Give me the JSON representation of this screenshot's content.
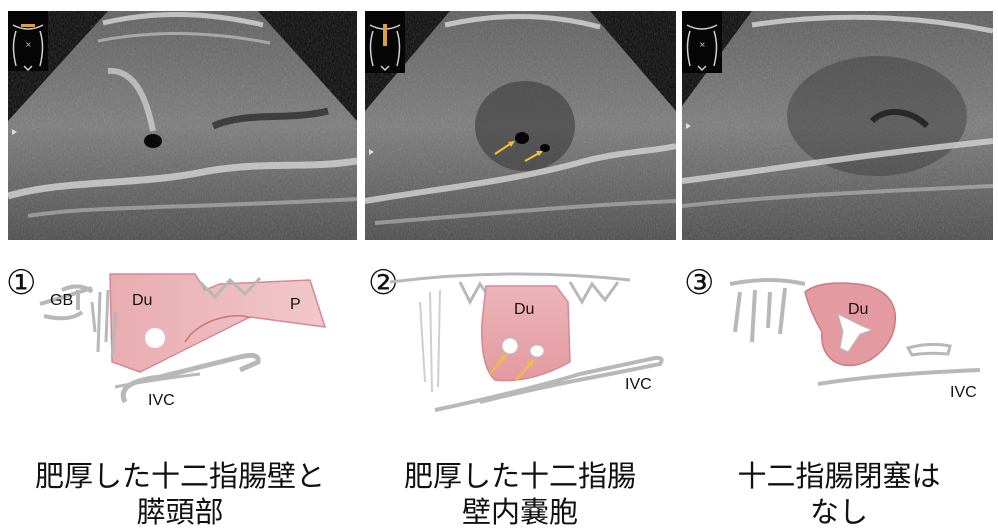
{
  "panels": [
    {
      "number": "①",
      "labels": {
        "gb": "GB",
        "du": "Du",
        "p": "P",
        "ivc": "IVC"
      },
      "caption": [
        "肥厚した十二指腸壁と",
        "膵頭部"
      ]
    },
    {
      "number": "②",
      "labels": {
        "du": "Du",
        "ivc": "IVC"
      },
      "caption": [
        "肥厚した十二指腸",
        "壁内嚢胞"
      ]
    },
    {
      "number": "③",
      "labels": {
        "du": "Du",
        "ivc": "IVC"
      },
      "caption": [
        "十二指腸閉塞は",
        "なし"
      ]
    }
  ],
  "colors": {
    "duodenum_fill": "#e6a3a8",
    "outline_gray": "#b8b8b8",
    "arrow_yellow": "#f2c230",
    "probe_marker": "#e0a040"
  }
}
